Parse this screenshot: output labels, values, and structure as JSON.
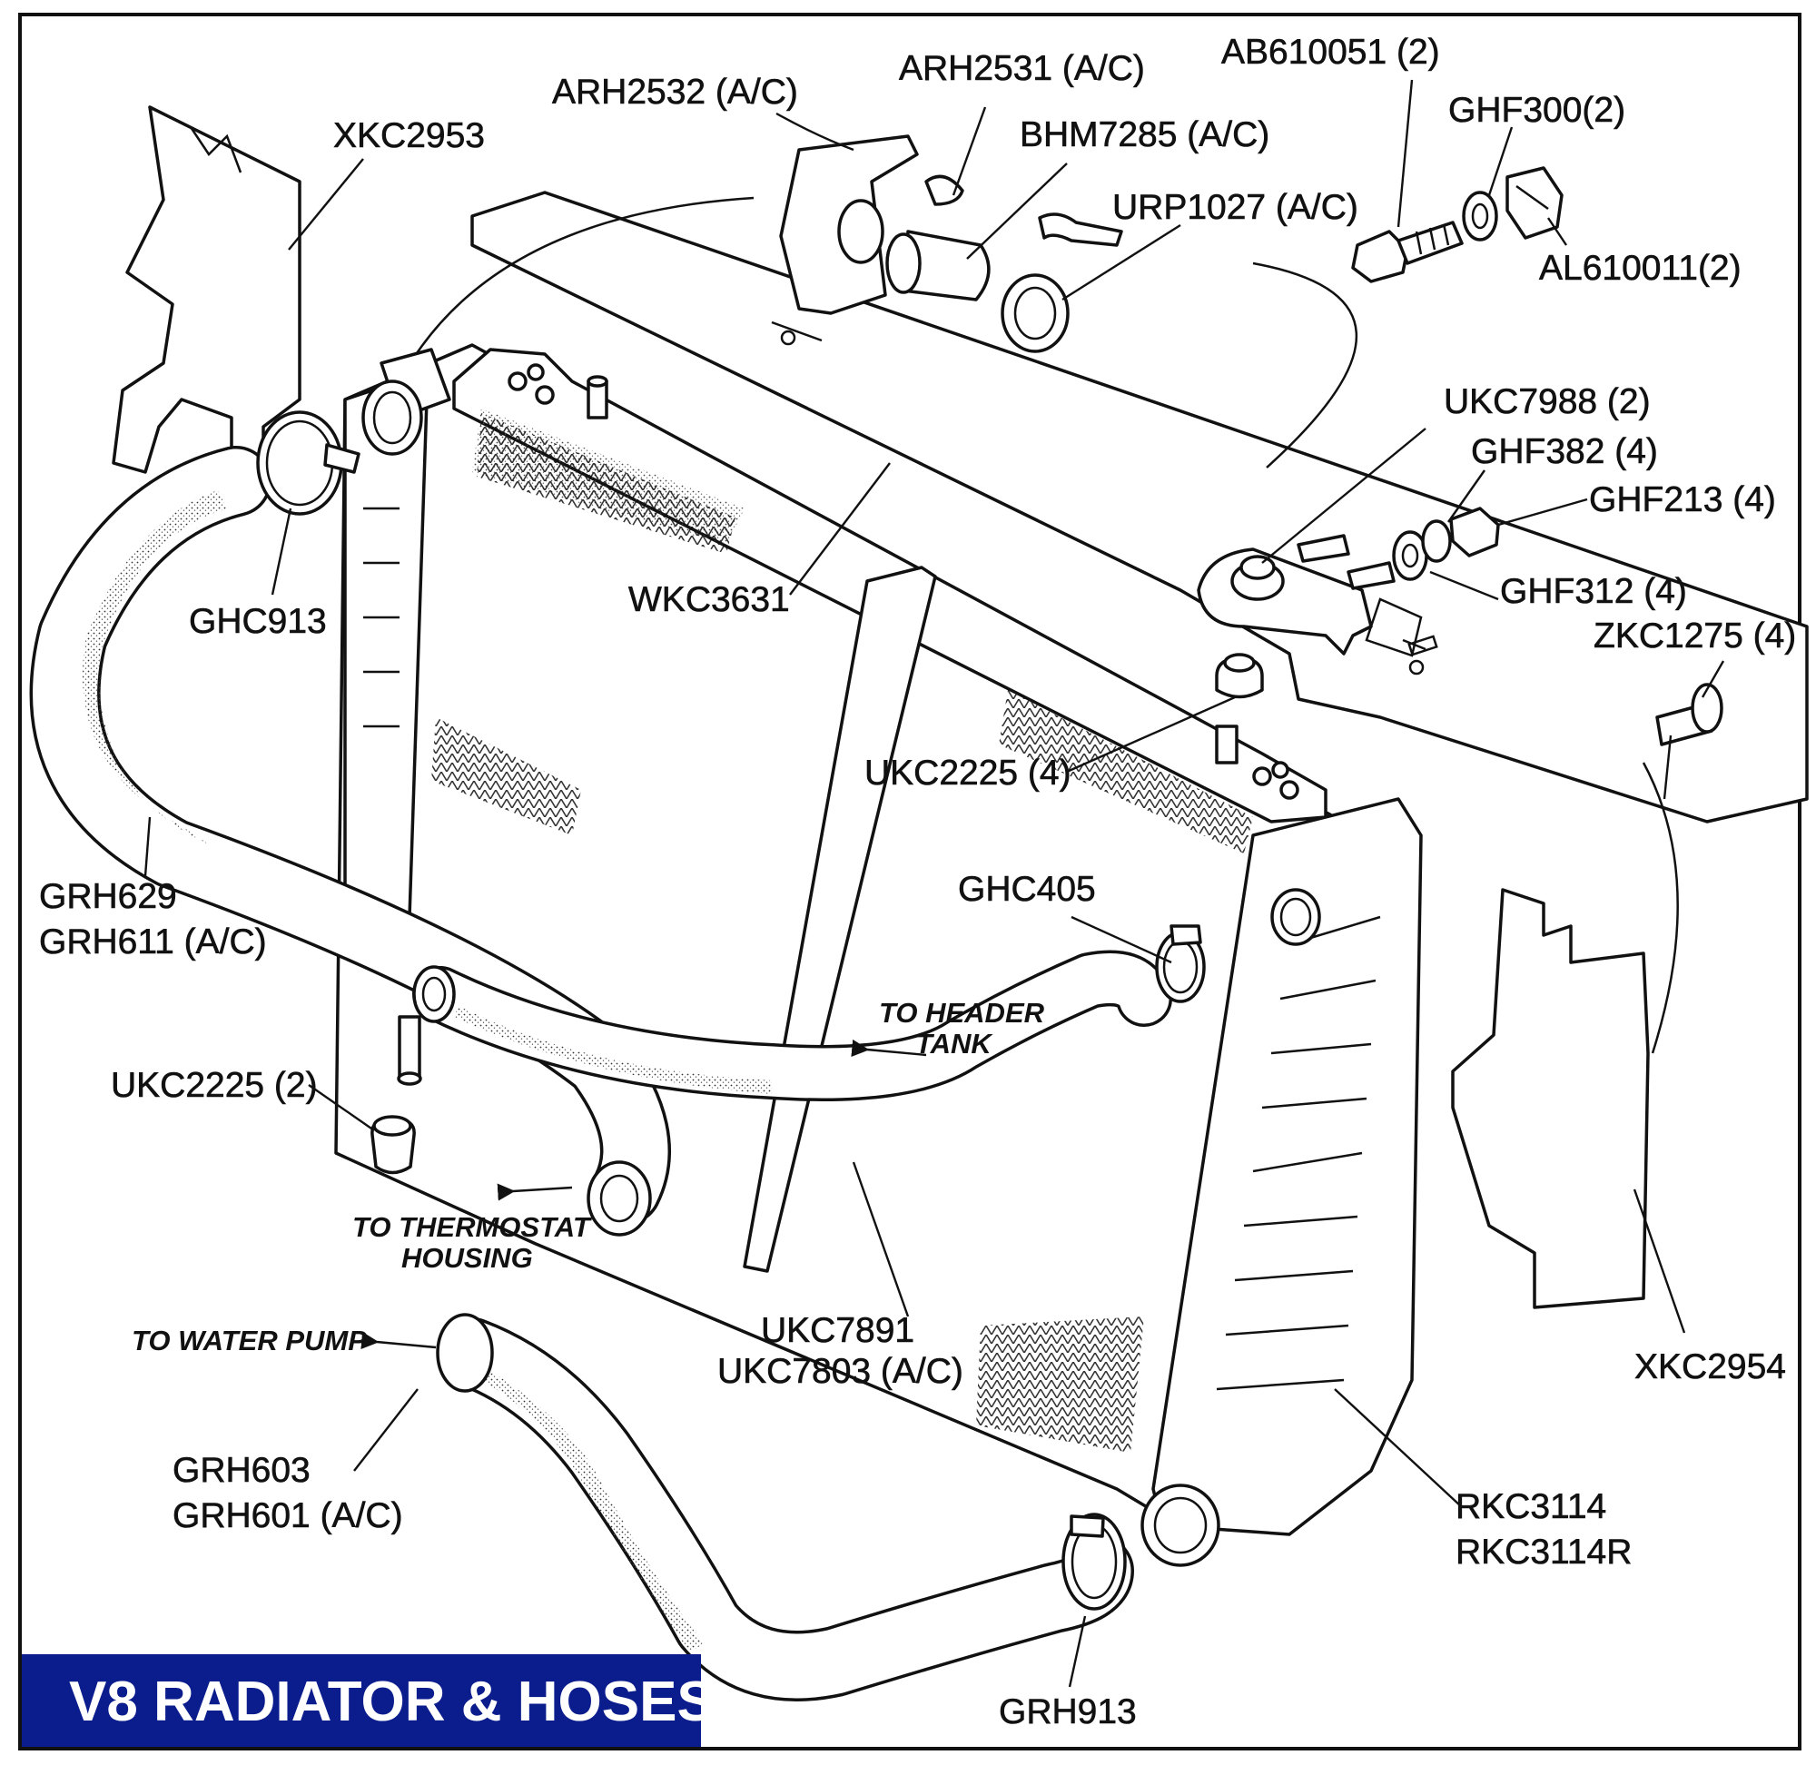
{
  "title": "V8 RADIATOR & HOSES",
  "colors": {
    "title_bg": "#0b1d8c",
    "title_text": "#ffffff",
    "line": "#111111",
    "background": "#ffffff"
  },
  "part_labels": [
    {
      "id": "xkc2953",
      "text": "XKC2953"
    },
    {
      "id": "arh2532",
      "text": "ARH2532 (A/C)"
    },
    {
      "id": "arh2531",
      "text": "ARH2531 (A/C)"
    },
    {
      "id": "ab610051",
      "text": "AB610051 (2)"
    },
    {
      "id": "ghf300",
      "text": "GHF300(2)"
    },
    {
      "id": "bhm7285",
      "text": "BHM7285 (A/C)"
    },
    {
      "id": "urp1027",
      "text": "URP1027 (A/C)"
    },
    {
      "id": "al610011",
      "text": "AL610011(2)"
    },
    {
      "id": "ukc7988",
      "text": "UKC7988 (2)"
    },
    {
      "id": "ghf382",
      "text": "GHF382 (4)"
    },
    {
      "id": "ghf213",
      "text": "GHF213 (4)"
    },
    {
      "id": "ghf312",
      "text": "GHF312 (4)"
    },
    {
      "id": "zkc1275",
      "text": "ZKC1275 (4)"
    },
    {
      "id": "ghc913",
      "text": "GHC913"
    },
    {
      "id": "wkc3631",
      "text": "WKC3631"
    },
    {
      "id": "ukc2225_4",
      "text": "UKC2225 (4)"
    },
    {
      "id": "ghc405",
      "text": "GHC405"
    },
    {
      "id": "grh629",
      "text": "GRH629"
    },
    {
      "id": "grh611",
      "text": "GRH611 (A/C)"
    },
    {
      "id": "ukc2225_2",
      "text": "UKC2225 (2)"
    },
    {
      "id": "ukc7891",
      "text": "UKC7891"
    },
    {
      "id": "ukc7803",
      "text": "UKC7803 (A/C)"
    },
    {
      "id": "xkc2954",
      "text": "XKC2954"
    },
    {
      "id": "grh603",
      "text": "GRH603"
    },
    {
      "id": "grh601",
      "text": "GRH601 (A/C)"
    },
    {
      "id": "rkc3114",
      "text": "RKC3114"
    },
    {
      "id": "rkc3114r",
      "text": "RKC3114R"
    },
    {
      "id": "grh913",
      "text": "GRH913"
    }
  ],
  "flow_notes": [
    {
      "id": "header_tank_1",
      "text": "TO HEADER"
    },
    {
      "id": "header_tank_2",
      "text": "TANK"
    },
    {
      "id": "thermostat_1",
      "text": "TO THERMOSTAT"
    },
    {
      "id": "thermostat_2",
      "text": "HOUSING"
    },
    {
      "id": "water_pump",
      "text": "TO WATER PUMP"
    }
  ]
}
